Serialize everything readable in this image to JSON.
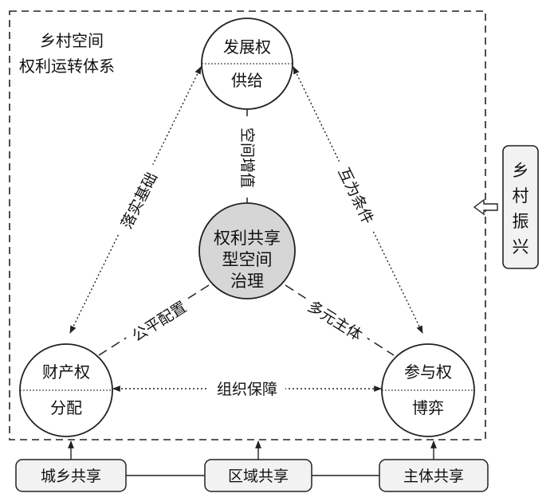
{
  "system_title": [
    "乡村空间",
    "权利运转体系"
  ],
  "nodes": {
    "top": {
      "upper": "发展权",
      "lower": "供给"
    },
    "left": {
      "upper": "财产权",
      "lower": "分配"
    },
    "right": {
      "upper": "参与权",
      "lower": "博弈"
    }
  },
  "center": [
    "权利共享",
    "型空间",
    "治理"
  ],
  "edges": {
    "left_top": "落实基础",
    "top_right": "互为条件",
    "left_right": "组织保障"
  },
  "spokes": {
    "top": "空间增值",
    "left": "公平配置",
    "right": "多元主体"
  },
  "bottom_boxes": [
    "城乡共享",
    "区域共享",
    "主体共享"
  ],
  "outcome": [
    "乡",
    "村",
    "振",
    "兴"
  ],
  "colors": {
    "center_fill": "#d6d6d6",
    "line": "#222222",
    "box_fill": "#f2f2f2"
  }
}
